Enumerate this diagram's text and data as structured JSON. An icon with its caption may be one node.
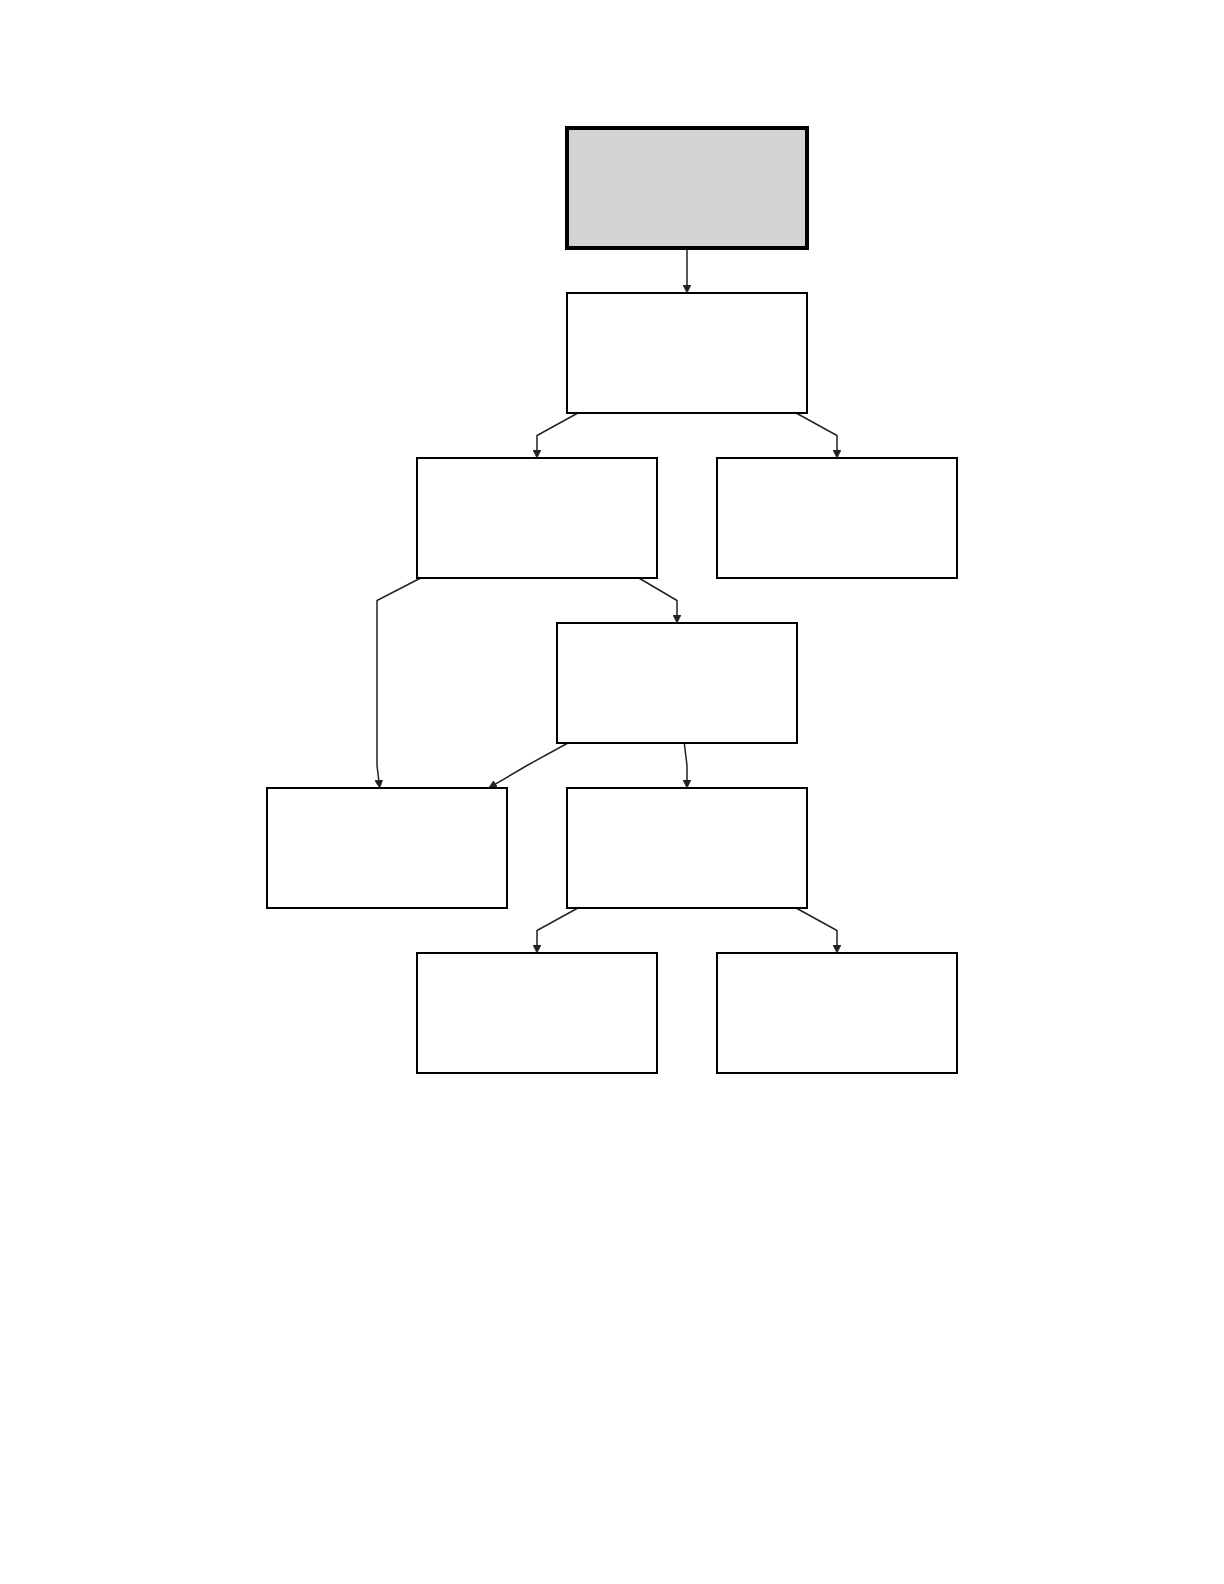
{
  "diagram": {
    "nodes": [
      {
        "text": [],
        "shape": "box"
      },
      {
        "text": [],
        "shape": "box"
      },
      {
        "text": [],
        "shape": "box"
      },
      {
        "text": [],
        "shape": "box"
      },
      {
        "text": [],
        "shape": "box"
      },
      {
        "text": [],
        "shape": "box"
      },
      {
        "text": [],
        "shape": "box"
      },
      {
        "text": [],
        "shape": "box"
      },
      {
        "text": [],
        "shape": "box"
      }
    ],
    "edges": [
      {
        "from": 0,
        "to": 1,
        "arrow": "to"
      },
      {
        "from": 1,
        "to": 2,
        "arrow": "to"
      },
      {
        "from": 1,
        "to": 3,
        "arrow": "to"
      },
      {
        "from": 2,
        "to": 4,
        "arrow": "to"
      },
      {
        "from": 2,
        "to": 5,
        "arrow": "to"
      },
      {
        "from": 5,
        "to": 4,
        "arrow": "to"
      },
      {
        "from": 5,
        "to": 6,
        "arrow": "to"
      },
      {
        "from": 6,
        "to": 7,
        "arrow": "to"
      },
      {
        "from": 6,
        "to": 8,
        "arrow": "to"
      }
    ]
  }
}
